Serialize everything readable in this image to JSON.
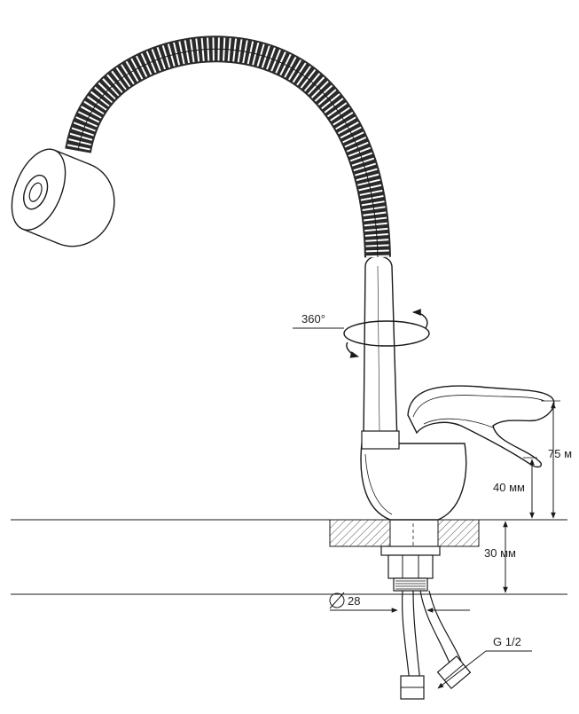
{
  "labels": {
    "rotation": "360°",
    "spout_height": "75 м",
    "handle_height": "40 мм",
    "mount_depth": "30 мм",
    "hole_diameter": "28",
    "thread": "G 1/2"
  },
  "colors": {
    "line": "#1a1a1a",
    "hose_dark": "#2a2a2a",
    "hatch": "#555555"
  }
}
